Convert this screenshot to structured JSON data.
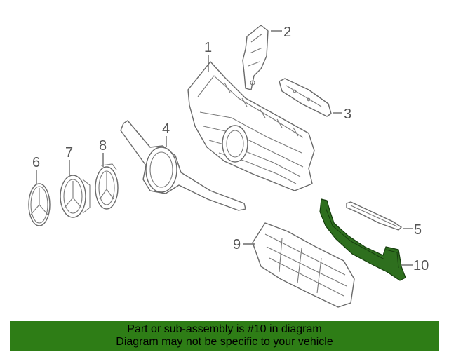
{
  "diagram": {
    "highlighted_part": "10",
    "callouts": [
      "1",
      "2",
      "3",
      "4",
      "5",
      "6",
      "7",
      "8",
      "9",
      "10"
    ]
  },
  "banner": {
    "line1": "Part or sub-assembly is #10 in diagram",
    "line2": "Diagram may not be specific to your vehicle",
    "color": "#2e7d16"
  },
  "colors": {
    "highlight": "#2e6f1e",
    "line": "#6a6a6a"
  }
}
